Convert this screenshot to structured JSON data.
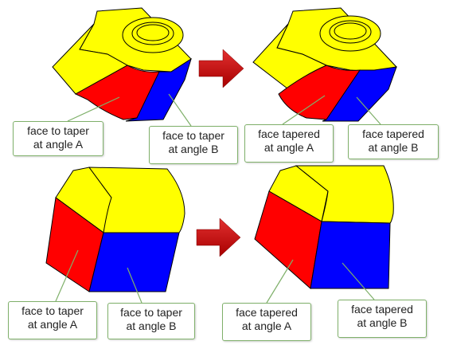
{
  "colors": {
    "yellow": "#ffff00",
    "red": "#ff0000",
    "blue": "#0000ff",
    "arrow": "#cc0000",
    "callout_border": "#7fb06a",
    "edge": "#000000"
  },
  "panels": [
    {
      "id": "top-before",
      "callouts": [
        {
          "line1": "face to taper",
          "line2": "at angle A"
        },
        {
          "line1": "face to taper",
          "line2": "at angle B"
        }
      ]
    },
    {
      "id": "top-after",
      "callouts": [
        {
          "line1": "face tapered",
          "line2": "at angle A"
        },
        {
          "line1": "face tapered",
          "line2": "at angle B"
        }
      ]
    },
    {
      "id": "bottom-before",
      "callouts": [
        {
          "line1": "face to taper",
          "line2": "at angle A"
        },
        {
          "line1": "face to taper",
          "line2": "at angle B"
        }
      ]
    },
    {
      "id": "bottom-after",
      "callouts": [
        {
          "line1": "face tapered",
          "line2": "at angle A"
        },
        {
          "line1": "face tapered",
          "line2": "at angle B"
        }
      ]
    }
  ]
}
